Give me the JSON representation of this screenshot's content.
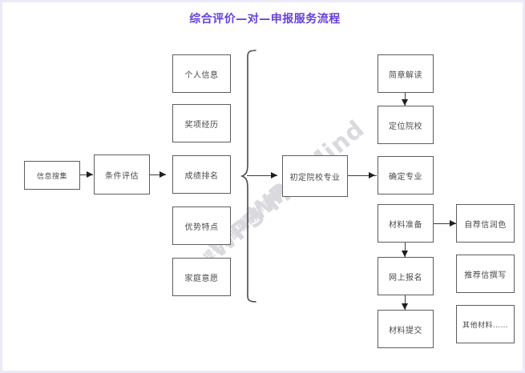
{
  "title": "综合评价—对—申报服务流程",
  "theme": {
    "title_color": "#6640d8",
    "box_border": "#5d5d61",
    "box_fill": "#ffffff",
    "connector_color": "#3c3c40",
    "canvas_border": "#eceaf8",
    "watermark_color": "#d9d9de"
  },
  "watermark": {
    "line1": "WPS Mind",
    "line2": "提供作图辅助"
  },
  "nodes": {
    "info_collect": "信息搜集",
    "condition_eval": "条件评估",
    "personal_info": "个人信息",
    "award_history": "奖项经历",
    "score_rank": "成绩排名",
    "strength_traits": "优势特点",
    "family_wish": "家庭意愿",
    "prelim_major": "初定院校专业",
    "brochure_read": "简章解读",
    "locate_school": "定位院校",
    "confirm_major": "确定专业",
    "material_prep": "材料准备",
    "online_apply": "网上报名",
    "material_submit": "材料提交",
    "self_letter": "自荐信润色",
    "recommend_letter": "推荐信撰写",
    "other_material": "其他材料……"
  },
  "edges": [
    {
      "from": "info_collect",
      "to": "condition_eval",
      "type": "arrow-right"
    },
    {
      "from": "condition_eval",
      "to": "score_rank",
      "type": "arrow-right"
    },
    {
      "from": "brace",
      "to": "prelim_major",
      "type": "arrow-right"
    },
    {
      "from": "prelim_major",
      "to": "confirm_major",
      "type": "arrow-right"
    },
    {
      "from": "brochure_read",
      "to": "locate_school",
      "type": "arrow-down"
    },
    {
      "from": "material_prep",
      "to": "online_apply",
      "type": "arrow-down"
    },
    {
      "from": "online_apply",
      "to": "material_submit",
      "type": "arrow-down"
    },
    {
      "from": "material_prep",
      "to": "self_letter",
      "type": "arrow-right"
    }
  ],
  "grouping": {
    "brace_members": [
      "personal_info",
      "award_history",
      "score_rank",
      "strength_traits",
      "family_wish"
    ],
    "brace_target": "prelim_major"
  }
}
